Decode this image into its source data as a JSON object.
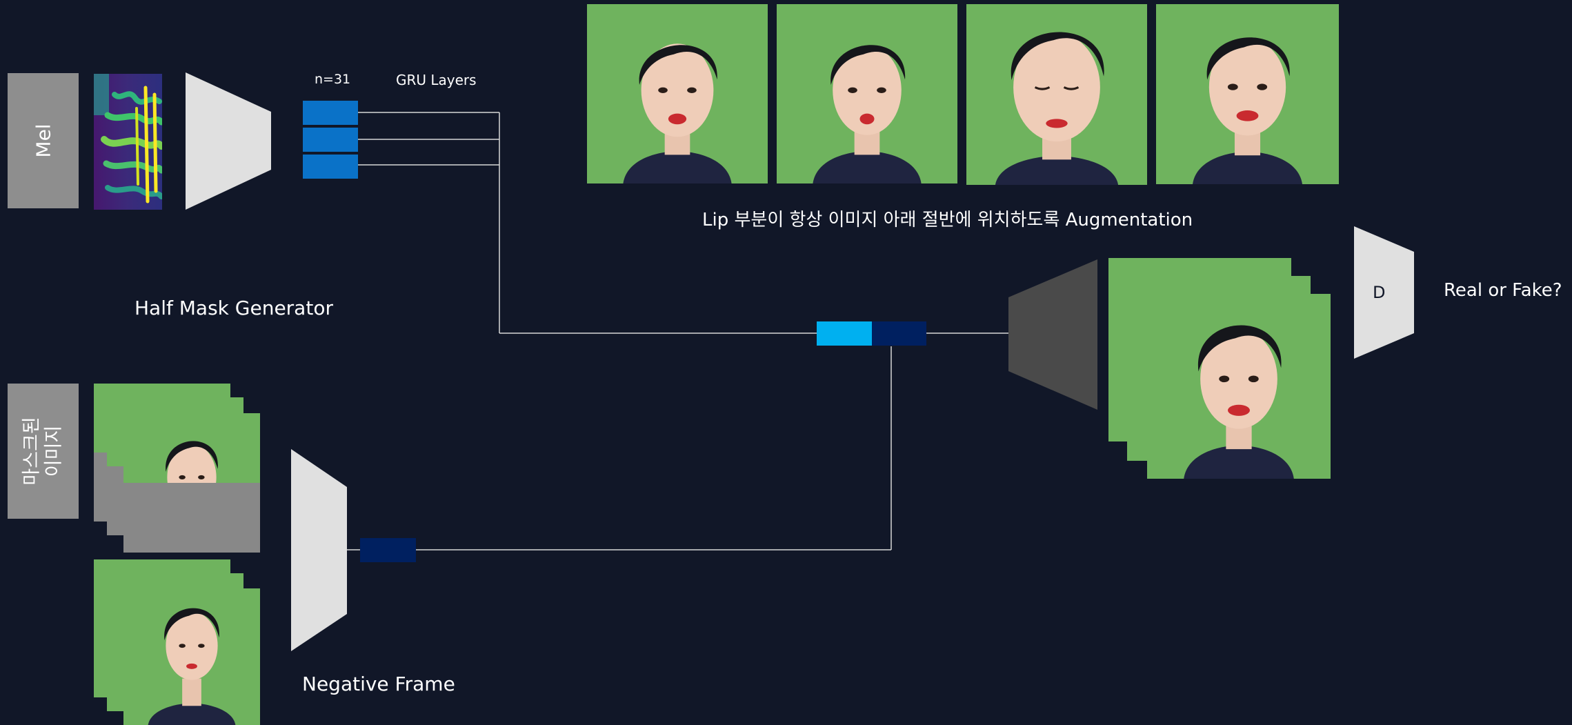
{
  "labels": {
    "mel": "Mel",
    "masked_image": "마스크된\n이미지",
    "n_value": "n=31",
    "gru_layers": "GRU Layers",
    "half_mask_generator": "Half Mask Generator",
    "negative_frame": "Negative Frame",
    "augmentation_caption": "Lip 부분이 항상 이미지 아래 절반에 위치하도록 Augmentation",
    "discriminator": "D",
    "real_or_fake": "Real or Fake?"
  },
  "colors": {
    "background": "#111728",
    "gray_box": "#8e8e8e",
    "encoder_light": "#e0e0e0",
    "decoder_dark": "#4a4a4a",
    "gru_block": "#0a72c8",
    "feature_light_blue": "#00b0f0",
    "feature_dark_blue": "#002060",
    "connector_line": "#d8d8d8",
    "green_screen": "#6fb35e"
  },
  "icons": {
    "mel_spectrogram": "spectrogram-image",
    "face": "face-photo"
  }
}
